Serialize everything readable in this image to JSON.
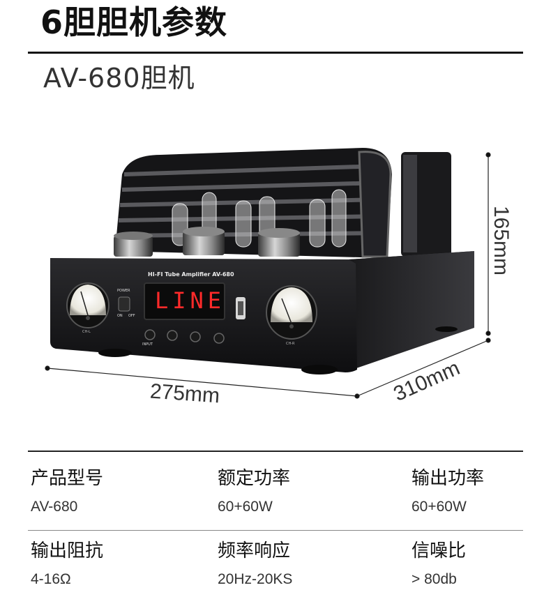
{
  "header": {
    "title": "6胆胆机参数"
  },
  "product": {
    "model_line": "AV-680胆机",
    "front_label": "HI-FI Tube Amplifier AV-680",
    "display_text": "LINE",
    "power_label": "POWER",
    "power_on": "ON",
    "power_off": "OFF",
    "input_label": "INPUT",
    "meter_left": "CH-L",
    "meter_right": "CH-R"
  },
  "dimensions": {
    "width": "275mm",
    "depth": "310mm",
    "height": "165mm"
  },
  "specs": [
    {
      "label": "产品型号",
      "value": "AV-680"
    },
    {
      "label": "额定功率",
      "value": "60+60W"
    },
    {
      "label": "输出功率",
      "value": "60+60W"
    },
    {
      "label": "输出阻抗",
      "value": "4-16Ω"
    },
    {
      "label": "频率响应",
      "value": "20Hz-20KS"
    },
    {
      "label": "信噪比",
      "value": "> 80db"
    }
  ],
  "colors": {
    "body": "#1c1c1e",
    "display": "#ff2a2a",
    "rule": "#111111"
  }
}
